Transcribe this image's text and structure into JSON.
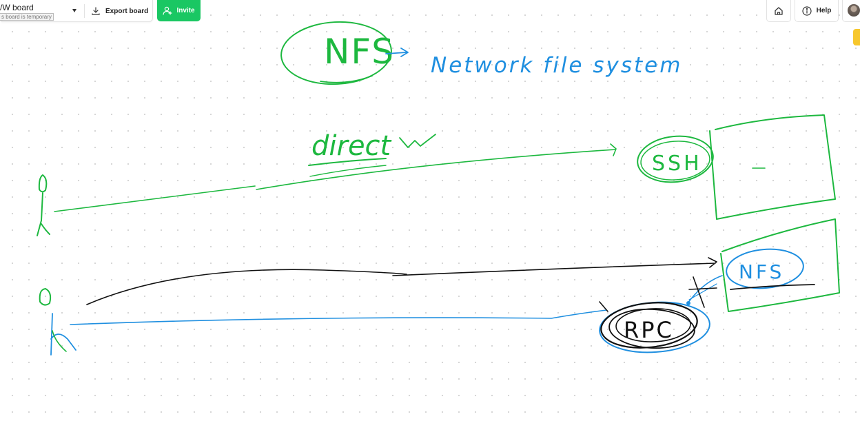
{
  "toolbar": {
    "board_name": "/W board",
    "board_note": "s board is temporary",
    "export_label": "Export board",
    "invite_label": "Invite",
    "help_label": "Help"
  },
  "icons": {
    "chevron": "chevron-down-icon",
    "export": "download-icon",
    "invite": "add-user-icon",
    "home": "home-icon",
    "help": "info-icon",
    "avatar": "user-avatar"
  },
  "colors": {
    "invite_green": "#1ac763",
    "ink_green": "#1db83f",
    "ink_blue": "#1f8fe0",
    "ink_black": "#111111",
    "side_tab": "#f7c72c"
  },
  "canvas": {
    "label_nfs": "NFS",
    "label_network_file_system": "Network file system",
    "label_direct": "direct",
    "label_ssh": "SSH",
    "label_nfs_box": "NFS",
    "label_rpc": "RPC"
  }
}
